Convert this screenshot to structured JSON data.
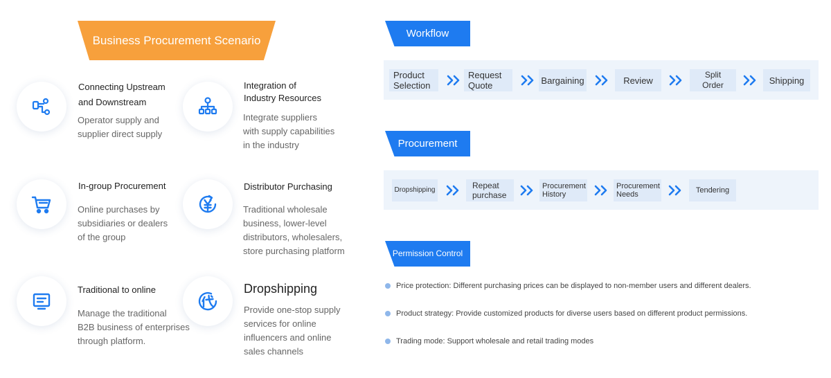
{
  "scenario": {
    "title": "Business Procurement Scenario",
    "accent_color": "#f7a03c",
    "items": [
      {
        "title": "Connecting Upstream\nand Downstream",
        "description": "Operator supply and\nsupplier direct supply",
        "icon": "upstream-downstream-icon"
      },
      {
        "title": "Integration of\nIndustry Resources",
        "description": "Integrate suppliers\nwith supply capabilities\nin the industry",
        "icon": "org-structure-icon"
      },
      {
        "title": "In-group Procurement",
        "description": "Online purchases by\nsubsidiaries or dealers\nof the group",
        "icon": "shopping-cart-icon"
      },
      {
        "title": "Distributor Purchasing",
        "description": "Traditional wholesale\nbusiness, lower-level\ndistributors, wholesalers,\nstore purchasing platform",
        "icon": "yen-cycle-icon"
      },
      {
        "title": "Traditional to online",
        "description": "Manage the traditional\nB2B business of enterprises\nthrough platform.",
        "icon": "monitor-icon"
      },
      {
        "title": "Dropshipping",
        "description": "Provide one-stop supply\n services for online\ninfluencers and online\nsales channels",
        "icon": "dai-character-icon"
      }
    ]
  },
  "workflow": {
    "label": "Workflow",
    "accent_color": "#1e7bf0",
    "steps": [
      "Product\nSelection",
      "Request\nQuote",
      "Bargaining",
      "Review",
      "Split Order",
      "Shipping"
    ]
  },
  "procurement": {
    "label": "Procurement",
    "steps": [
      "Dropshipping",
      "Repeat\npurchase",
      "Procurement\nHistory",
      "Procurement\nNeeds",
      "Tendering"
    ]
  },
  "permission": {
    "label": "Permission Control",
    "bullets": [
      "Price protection: Different purchasing prices can be displayed to non-member users and different dealers.",
      "Product strategy: Provide customized products for diverse users based on different product permissions.",
      "Trading mode: Support wholesale and retail trading modes"
    ]
  }
}
